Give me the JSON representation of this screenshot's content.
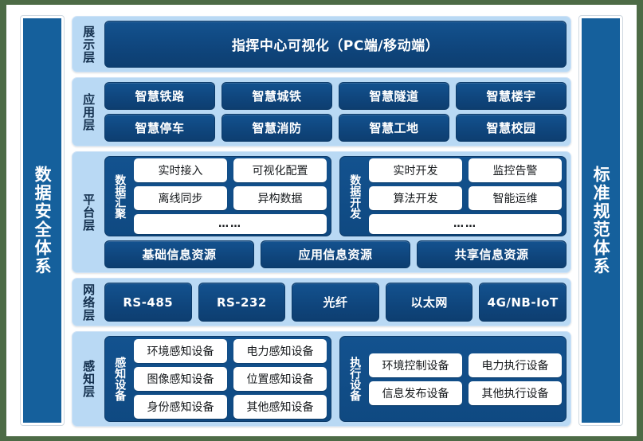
{
  "pillars": {
    "left": "数据安全体系",
    "right": "标准规范体系"
  },
  "layers": {
    "display": {
      "label": "展示层",
      "banner": "指挥中心可视化（PC端/移动端）"
    },
    "application": {
      "label": "应用层",
      "row1": [
        "智慧铁路",
        "智慧城铁",
        "智慧隧道",
        "智慧楼宇"
      ],
      "row2": [
        "智慧停车",
        "智慧消防",
        "智慧工地",
        "智慧校园"
      ]
    },
    "platform": {
      "label": "平台层",
      "aggregation": {
        "label": "数据汇聚",
        "row1": [
          "实时接入",
          "可视化配置"
        ],
        "row2": [
          "离线同步",
          "异构数据"
        ],
        "row3": [
          "……"
        ]
      },
      "development": {
        "label": "数据开发",
        "row1": [
          "实时开发",
          "监控告警"
        ],
        "row2": [
          "算法开发",
          "智能运维"
        ],
        "row3": [
          "……"
        ]
      },
      "resources": [
        "基础信息资源",
        "应用信息资源",
        "共享信息资源"
      ]
    },
    "network": {
      "label": "网络层",
      "items": [
        "RS-485",
        "RS-232",
        "光纤",
        "以太网",
        "4G/NB-IoT"
      ]
    },
    "perception": {
      "label": "感知层",
      "sensing": {
        "label": "感知设备",
        "row1": [
          "环境感知设备",
          "电力感知设备"
        ],
        "row2": [
          "图像感知设备",
          "位置感知设备"
        ],
        "row3": [
          "身份感知设备",
          "其他感知设备"
        ]
      },
      "actuating": {
        "label": "执行设备",
        "row1": [
          "环境控制设备",
          "电力执行设备"
        ],
        "row2": [
          "信息发布设备",
          "其他执行设备"
        ]
      }
    }
  },
  "colors": {
    "page_background": "#4d6b46",
    "panel_background": "#ffffff",
    "layer_background": "#b9d9f4",
    "chip_navy": "#0f457c",
    "pillar_blue": "#15609c",
    "tile_white": "#ffffff"
  }
}
